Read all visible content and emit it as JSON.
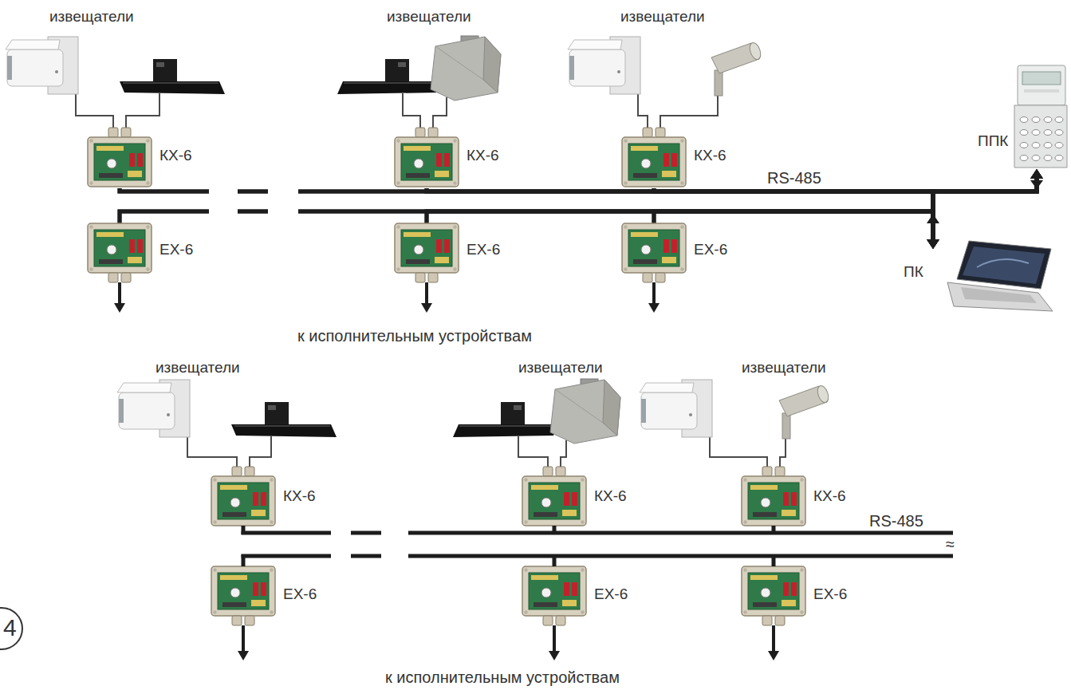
{
  "diagram": {
    "nodes": [
      {
        "text": [
          "извещатели"
        ]
      },
      {
        "text": [
          "извещатели"
        ]
      },
      {
        "text": [
          "извещатели"
        ]
      },
      {
        "text": [
          "КХ-6"
        ]
      },
      {
        "text": [
          "КХ-6"
        ]
      },
      {
        "text": [
          "КХ-6"
        ]
      },
      {
        "text": [
          "ППК"
        ]
      },
      {
        "text": [
          "ЕХ-6"
        ]
      },
      {
        "text": [
          "ЕХ-6"
        ]
      },
      {
        "text": [
          "ЕХ-6"
        ]
      },
      {
        "text": [
          "ПК"
        ]
      },
      {
        "text": [
          "извещатели"
        ]
      },
      {
        "text": [
          "извещатели"
        ]
      },
      {
        "text": [
          "извещатели"
        ]
      },
      {
        "text": [
          "КХ-6"
        ]
      },
      {
        "text": [
          "КХ-6"
        ]
      },
      {
        "text": [
          "КХ-6"
        ]
      },
      {
        "text": [
          "ЕХ-6"
        ]
      },
      {
        "text": [
          "ЕХ-6"
        ]
      },
      {
        "text": [
          "ЕХ-6"
        ]
      }
    ],
    "edges": [
      {
        "from": 0,
        "to": 3,
        "arrow": "none"
      },
      {
        "from": 1,
        "to": 4,
        "arrow": "none"
      },
      {
        "from": 2,
        "to": 5,
        "arrow": "none"
      },
      {
        "from": 11,
        "to": 14,
        "arrow": "none"
      },
      {
        "from": 12,
        "to": 15,
        "arrow": "none"
      },
      {
        "from": 13,
        "to": 16,
        "arrow": "none"
      },
      {
        "from": 3,
        "to": 6,
        "arrow": "to"
      },
      {
        "from": 4,
        "to": 6,
        "arrow": "to"
      },
      {
        "from": 5,
        "to": 6,
        "arrow": "to"
      },
      {
        "from": 7,
        "to": 6,
        "arrow": "to"
      },
      {
        "from": 8,
        "to": 6,
        "arrow": "to"
      },
      {
        "from": 9,
        "to": 6,
        "arrow": "to"
      },
      {
        "from": 3,
        "to": 10,
        "arrow": "to"
      },
      {
        "from": 4,
        "to": 10,
        "arrow": "to"
      },
      {
        "from": 5,
        "to": 10,
        "arrow": "to"
      },
      {
        "from": 7,
        "to": 10,
        "arrow": "to"
      },
      {
        "from": 8,
        "to": 10,
        "arrow": "to"
      },
      {
        "from": 9,
        "to": 10,
        "arrow": "to"
      }
    ],
    "labels": [
      "RS-485",
      "к исполнительным устройствам",
      "RS-485",
      "≈",
      "к исполнительным устройствам",
      "4"
    ]
  }
}
